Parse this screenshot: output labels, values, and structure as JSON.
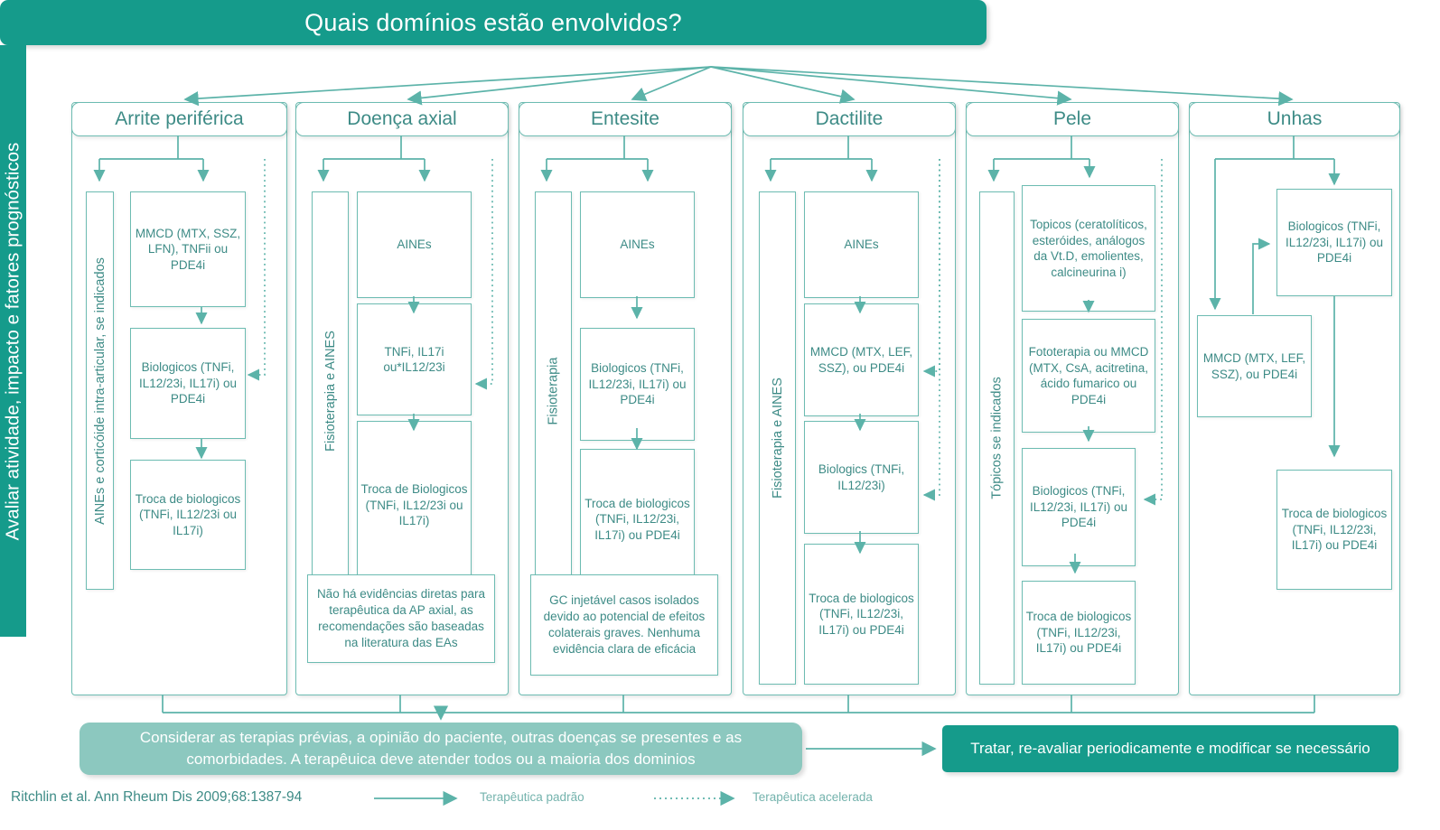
{
  "header": {
    "title": "Quais domínios estão envolvidos?"
  },
  "sidebar": {
    "label": "Avaliar atividade, impacto e fatores prognósticos"
  },
  "columns": [
    {
      "id": "arrite-periferica",
      "title": "Arrite periférica",
      "side_label": "AINEs e corticóide intra-articular, se indicados",
      "steps": [
        "MMCD (MTX, SSZ, LFN), TNFii ou PDE4i",
        "Biologicos (TNFi, IL12/23i, IL17i) ou PDE4i",
        "Troca de biologicos (TNFi, IL12/23i ou IL17i)"
      ],
      "note": ""
    },
    {
      "id": "doenca-axial",
      "title": "Doença axial",
      "side_label": "Fisioterapia e AINES",
      "steps": [
        "AINEs",
        "TNFi, IL17i ou*IL12/23i",
        "Troca de Biologicos (TNFi, IL12/23i ou IL17i)"
      ],
      "note": "Não há evidências diretas para terapêutica da  AP axial, as recomendações são baseadas na literatura das EAs"
    },
    {
      "id": "entesite",
      "title": "Entesite",
      "side_label": "Fisioterapia",
      "steps": [
        "AINEs",
        "Biologicos (TNFi, IL12/23i, IL17i) ou PDE4i",
        "Troca de biologicos (TNFi, IL12/23i, IL17i) ou PDE4i"
      ],
      "note": "GC injetável casos isolados  devido ao potencial de efeitos colaterais graves. Nenhuma evidência clara de eficácia"
    },
    {
      "id": "dactilite",
      "title": "Dactilite",
      "side_label": "Fisioterapia e AINES",
      "steps": [
        "AINEs",
        "MMCD (MTX, LEF, SSZ), ou PDE4i",
        "Biologics (TNFi, IL12/23i)",
        "Troca de biologicos (TNFi, IL12/23i, IL17i) ou PDE4i"
      ],
      "note": ""
    },
    {
      "id": "pele",
      "title": "Pele",
      "side_label": "Tópicos se indicados",
      "steps": [
        "Topicos (ceratolíticos, esteróides, análogos da Vt.D, emolientes, calcineurina i)",
        "Fototerapia ou MMCD (MTX, CsA, acitretina, ácido fumarico  ou PDE4i",
        "Biologicos (TNFi, IL12/23i, IL17i) ou PDE4i",
        "Troca de biologicos (TNFi, IL12/23i, IL17i) ou PDE4i"
      ],
      "note": ""
    },
    {
      "id": "unhas",
      "title": "Unhas",
      "side_label": "",
      "steps": [
        "Biologicos (TNFi, IL12/23i, IL17i) ou PDE4i",
        "MMCD (MTX, LEF, SSZ), ou PDE4i",
        "Troca de biologicos (TNFi, IL12/23i, IL17i) ou PDE4i"
      ],
      "note": ""
    }
  ],
  "footer": {
    "consider": "Considerar as terapias prévias, a opinião do paciente, outras doenças se presentes e as comorbidades. A terapêuica deve atender todos ou a maioria dos dominios",
    "treat": "Tratar, re-avaliar periodicamente e modificar se necessário"
  },
  "legend": {
    "citation": "Ritchlin et al. Ann Rheum Dis 2009;68:1387-94",
    "standard": "Terapêutica padrão",
    "accelerated": "Terapêutica acelerada"
  },
  "colors": {
    "teal": "#159b8b",
    "soft_teal": "#8cc8bf",
    "line": "#6dbcb2",
    "text": "#3d8b86"
  }
}
